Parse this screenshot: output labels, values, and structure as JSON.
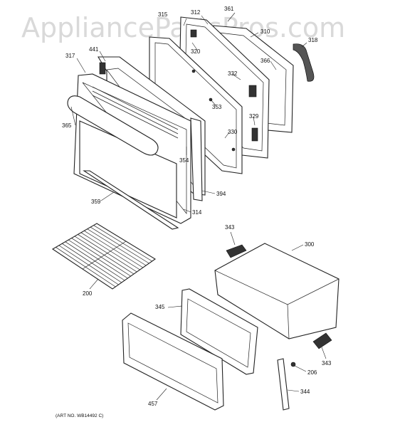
{
  "watermark": "AppliancePartsPros.com",
  "art_number": "(ART NO. WB14492 C)",
  "colors": {
    "line": "#222222",
    "watermark": "#d9d9d9",
    "background": "#ffffff"
  },
  "parts": [
    {
      "id": "361",
      "label": "361"
    },
    {
      "id": "312",
      "label": "312"
    },
    {
      "id": "315",
      "label": "315"
    },
    {
      "id": "310",
      "label": "310"
    },
    {
      "id": "318",
      "label": "318"
    },
    {
      "id": "320",
      "label": "320"
    },
    {
      "id": "441",
      "label": "441"
    },
    {
      "id": "317",
      "label": "317"
    },
    {
      "id": "366",
      "label": "366"
    },
    {
      "id": "332",
      "label": "332"
    },
    {
      "id": "353",
      "label": "353"
    },
    {
      "id": "329",
      "label": "329"
    },
    {
      "id": "365",
      "label": "365"
    },
    {
      "id": "330",
      "label": "330"
    },
    {
      "id": "354",
      "label": "354"
    },
    {
      "id": "394",
      "label": "394"
    },
    {
      "id": "359",
      "label": "359"
    },
    {
      "id": "314",
      "label": "314"
    },
    {
      "id": "343a",
      "label": "343"
    },
    {
      "id": "300",
      "label": "300"
    },
    {
      "id": "200",
      "label": "200"
    },
    {
      "id": "345",
      "label": "345"
    },
    {
      "id": "343b",
      "label": "343"
    },
    {
      "id": "206",
      "label": "206"
    },
    {
      "id": "344",
      "label": "344"
    },
    {
      "id": "457",
      "label": "457"
    }
  ]
}
